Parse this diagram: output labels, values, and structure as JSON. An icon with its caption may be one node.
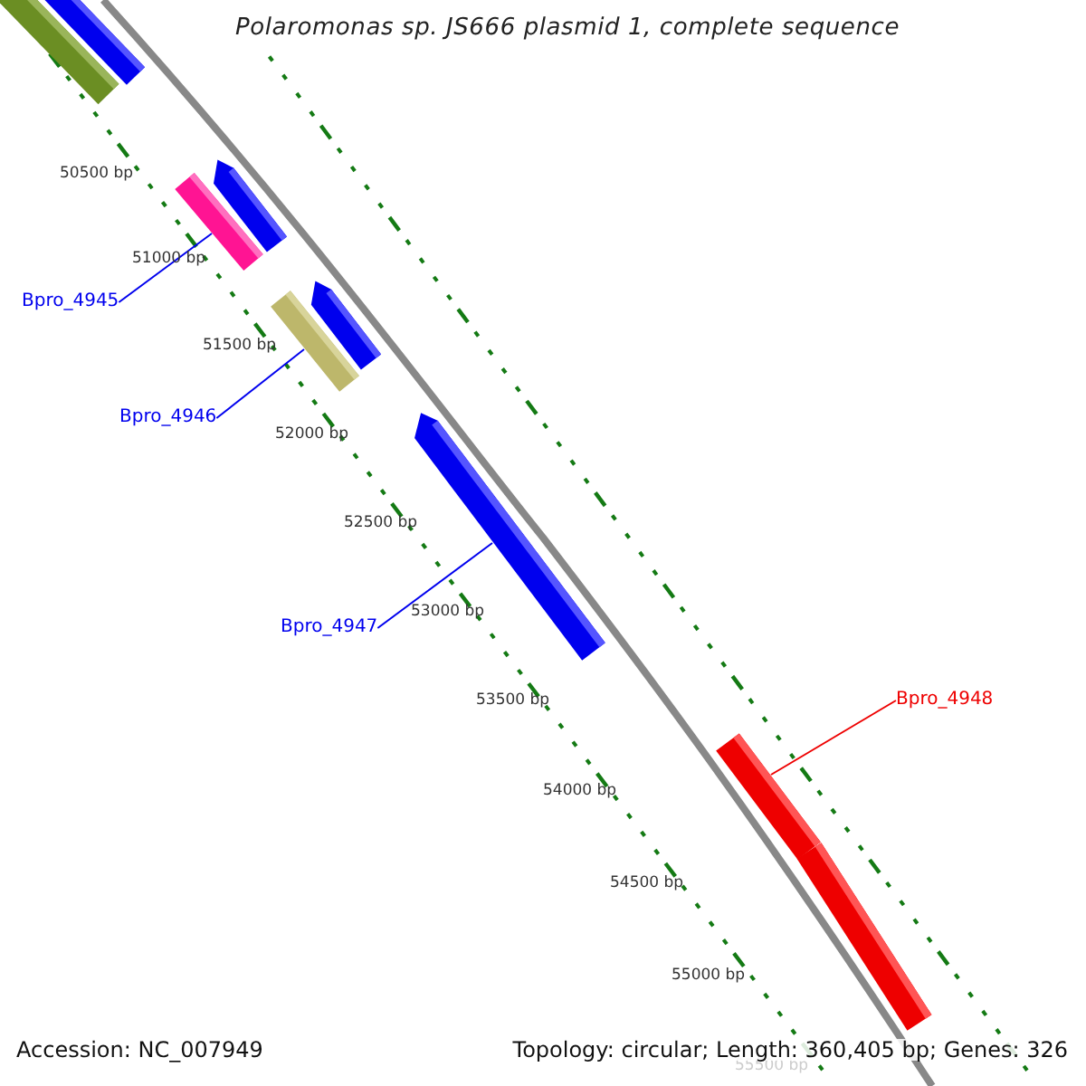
{
  "diagram": {
    "title": "Polaromonas sp. JS666 plasmid 1, complete sequence",
    "nodes": [
      {
        "text": [],
        "shape": "bar"
      },
      {
        "text": [],
        "shape": "bar"
      },
      {
        "text": [
          "Bpro_4945"
        ]
      },
      {
        "text": [],
        "shape": "bar"
      },
      {
        "text": [],
        "shape": "bar"
      },
      {
        "text": [
          "Bpro_4946"
        ]
      },
      {
        "text": [],
        "shape": "bar"
      },
      {
        "text": [],
        "shape": "bar"
      },
      {
        "text": [
          "Bpro_4947"
        ]
      },
      {
        "text": [],
        "shape": "bar"
      },
      {
        "text": [
          "Bpro_4948"
        ]
      },
      {
        "text": [],
        "shape": "bar"
      },
      {
        "text": [],
        "shape": "bar"
      }
    ],
    "edges": [
      {
        "from": 2,
        "to": 3,
        "arrow": "none"
      },
      {
        "from": 5,
        "to": 6,
        "arrow": "none"
      },
      {
        "from": 8,
        "to": 9,
        "arrow": "none"
      },
      {
        "from": 10,
        "to": 11,
        "arrow": "none",
        "color": "#ee0000"
      }
    ],
    "labels": [
      "50500 bp",
      "51000 bp",
      "51500 bp",
      "52000 bp",
      "52500 bp",
      "53000 bp",
      "53500 bp",
      "54000 bp",
      "54500 bp",
      "55000 bp",
      "55500 bp",
      "Accession: NC_007949",
      "Topology: circular; Length: 360,405 bp; Genes: 326"
    ]
  }
}
